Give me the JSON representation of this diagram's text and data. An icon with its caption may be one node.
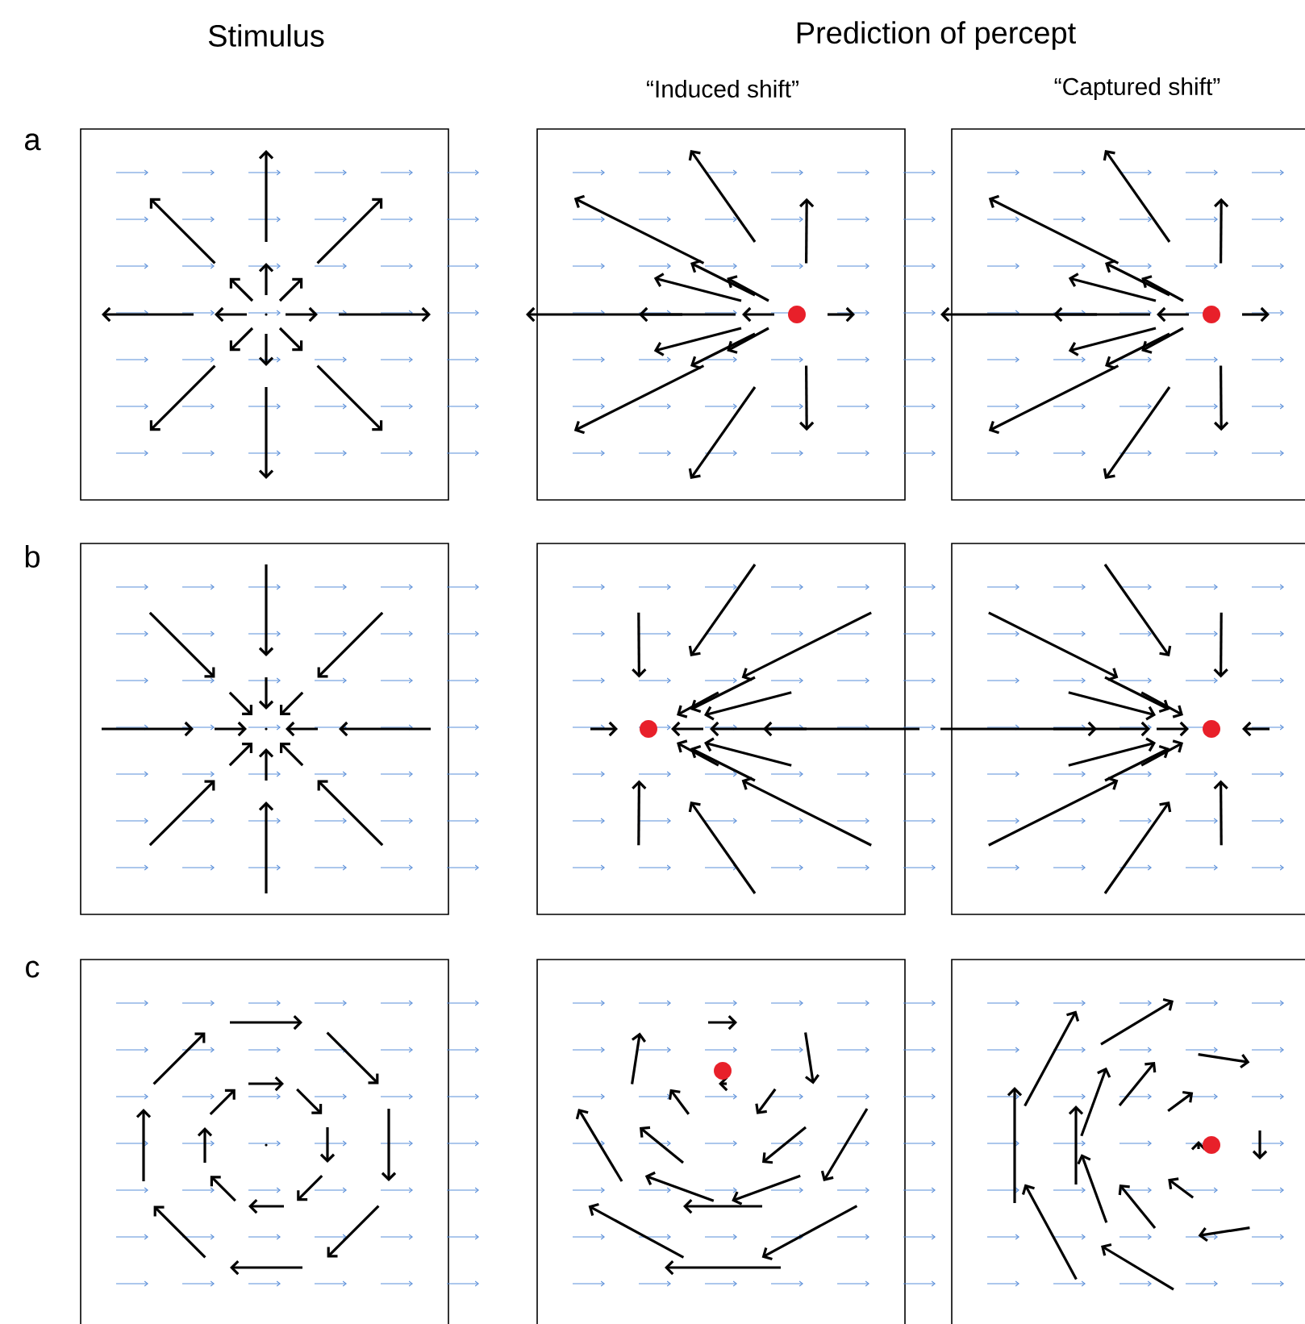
{
  "diagram": {
    "labels": [
      "Stimulus",
      "Prediction of percept",
      "“Induced shift”",
      "“Captured shift”",
      "a",
      "b",
      "c"
    ]
  }
}
